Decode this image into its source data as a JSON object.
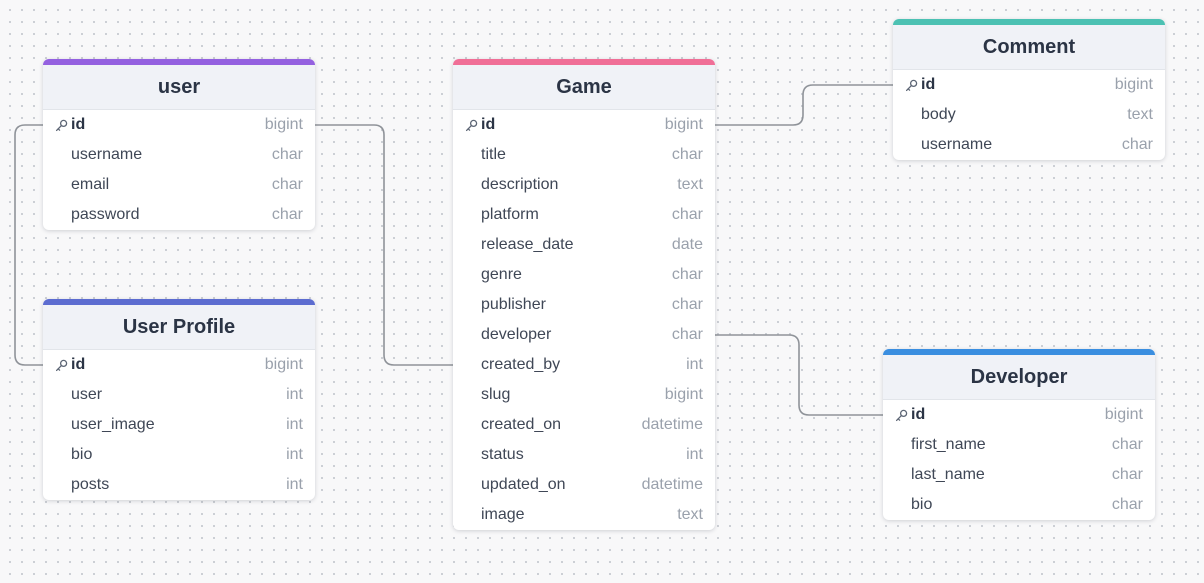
{
  "diagram": {
    "colors": {
      "user": "#9461e0",
      "user_profile": "#5c6cd0",
      "game": "#f06f97",
      "comment": "#4cc1b3",
      "developer": "#3a8ee0",
      "connector": "#8f9399"
    },
    "tables": [
      {
        "id": "user",
        "title": "user",
        "color_key": "user",
        "fields": [
          {
            "name": "id",
            "type": "bigint",
            "pk": true
          },
          {
            "name": "username",
            "type": "char"
          },
          {
            "name": "email",
            "type": "char"
          },
          {
            "name": "password",
            "type": "char"
          }
        ]
      },
      {
        "id": "user-profile",
        "title": "User Profile",
        "color_key": "user_profile",
        "fields": [
          {
            "name": "id",
            "type": "bigint",
            "pk": true
          },
          {
            "name": "user",
            "type": "int"
          },
          {
            "name": "user_image",
            "type": "int"
          },
          {
            "name": "bio",
            "type": "int"
          },
          {
            "name": "posts",
            "type": "int"
          }
        ]
      },
      {
        "id": "game",
        "title": "Game",
        "color_key": "game",
        "fields": [
          {
            "name": "id",
            "type": "bigint",
            "pk": true
          },
          {
            "name": "title",
            "type": "char"
          },
          {
            "name": "description",
            "type": "text"
          },
          {
            "name": "platform",
            "type": "char"
          },
          {
            "name": "release_date",
            "type": "date"
          },
          {
            "name": "genre",
            "type": "char"
          },
          {
            "name": "publisher",
            "type": "char"
          },
          {
            "name": "developer",
            "type": "char"
          },
          {
            "name": "created_by",
            "type": "int"
          },
          {
            "name": "slug",
            "type": "bigint"
          },
          {
            "name": "created_on",
            "type": "datetime"
          },
          {
            "name": "status",
            "type": "int"
          },
          {
            "name": "updated_on",
            "type": "datetime"
          },
          {
            "name": "image",
            "type": "text"
          }
        ]
      },
      {
        "id": "comment",
        "title": "Comment",
        "color_key": "comment",
        "fields": [
          {
            "name": "id",
            "type": "bigint",
            "pk": true
          },
          {
            "name": "body",
            "type": "text"
          },
          {
            "name": "username",
            "type": "char"
          }
        ]
      },
      {
        "id": "developer",
        "title": "Developer",
        "color_key": "developer",
        "fields": [
          {
            "name": "id",
            "type": "bigint",
            "pk": true
          },
          {
            "name": "first_name",
            "type": "char"
          },
          {
            "name": "last_name",
            "type": "char"
          },
          {
            "name": "bio",
            "type": "char"
          }
        ]
      }
    ],
    "relations": [
      {
        "from_table": "user",
        "from_field": "id",
        "to_table": "user-profile",
        "to_field": "id"
      },
      {
        "from_table": "user",
        "from_field": "id",
        "to_table": "game",
        "to_field": "created_by"
      },
      {
        "from_table": "game",
        "from_field": "id",
        "to_table": "comment",
        "to_field": "id"
      },
      {
        "from_table": "game",
        "from_field": "developer",
        "to_table": "developer",
        "to_field": "id"
      }
    ]
  }
}
